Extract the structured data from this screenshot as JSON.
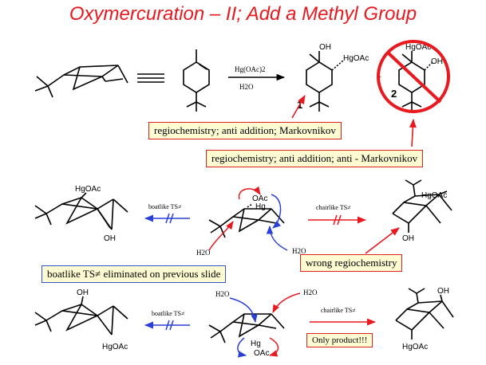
{
  "title": "Oxymercuration – II; Add a Methyl Group",
  "reaction": {
    "reagent": "Hg(OAc)2",
    "solvent": "H2O"
  },
  "products": {
    "p1_number": "1",
    "p2_number": "2",
    "plus": "+",
    "oh": "OH",
    "hgoac": "HgOAc"
  },
  "notes": {
    "box1": "regiochemistry; anti addition; Markovnikov",
    "box2": "regiochemistry; anti addition; anti - Markovnikov",
    "box3": "wrong regiochemistry",
    "box4": "boatlike TS≠ eliminated on previous slide",
    "box5": "Only product!!!"
  },
  "ts_labels": {
    "boat": "boatlike TS≠",
    "chair": "chairlike TS≠"
  },
  "atoms": {
    "hgoac": "HgOAc",
    "oh": "OH",
    "oac": "OAc",
    "hg": "Hg",
    "h2o": "H2O"
  },
  "colors": {
    "title": "#e8191f",
    "red_arrow": "#e8191f",
    "blue_arrow": "#2a3fd6",
    "note_bg": "#fdfbd2"
  }
}
